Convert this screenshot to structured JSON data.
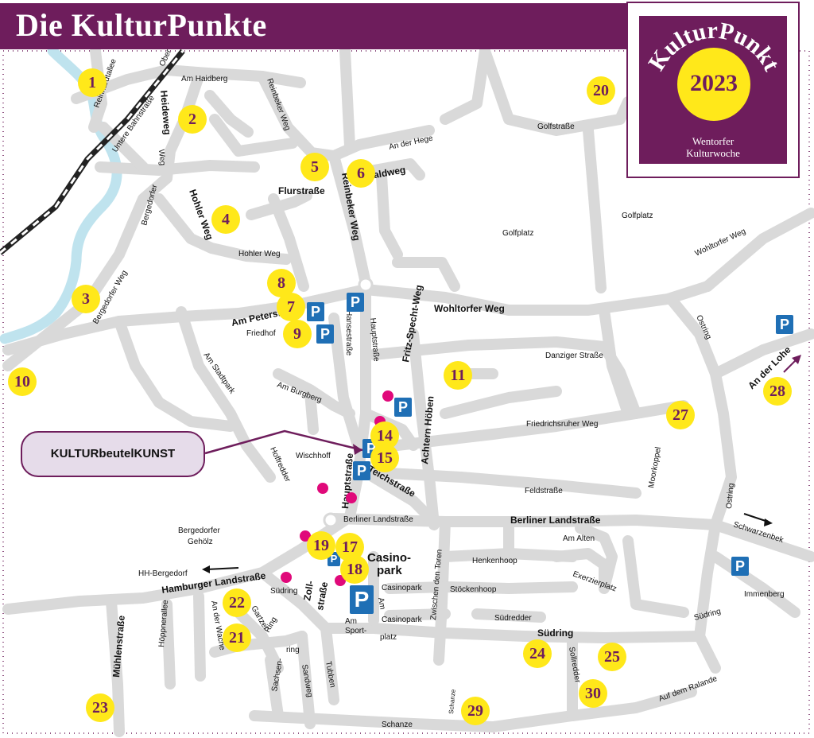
{
  "header": {
    "title": "Die KulturPunkte"
  },
  "badge": {
    "arc_text": "KulturPunkt",
    "year": "2023",
    "line1": "Wentorfer",
    "line2": "Kulturwoche"
  },
  "callout": {
    "label": "KULTURbeutelKUNST"
  },
  "colors": {
    "brand_purple": "#6e1d5c",
    "marker_yellow": "#ffe81a",
    "road_gray": "#d9d9d9",
    "water_blue": "#bfe3ee",
    "parking_blue": "#1f6fb5",
    "event_pink": "#e0097a"
  },
  "parking_symbol": "P",
  "streets": {
    "reinhardtallee": "Reinhardtallee",
    "untere_bahnstrasse": "Untere Bahnstraße",
    "ober": "Ober",
    "am_haidberg": "Am Haidberg",
    "heideweg": "Heideweg",
    "reinbeker_weg_top": "Reinbeker Weg",
    "weg": "Weg",
    "bergedorfer_top": "Bergedorfer",
    "hohler_weg": "Hohler Weg",
    "hohler_weg_2": "Hohler Weg",
    "flurstrasse": "Flurstraße",
    "reinbeker_weg": "Reinbeker Weg",
    "waldweg": "Waldweg",
    "an_der_hege": "An der Hege",
    "golfstrasse": "Golfstraße",
    "golfplatz1": "Golfplatz",
    "golfplatz2": "Golfplatz",
    "wohltorfer_weg_ne": "Wohltorfer Weg",
    "bergedorfer_weg": "Bergedorfer Weg",
    "am_petersberg": "Am Petersberg",
    "friedhof": "Friedhof",
    "hansestrasse": "Hansestraße",
    "hauptstrasse_n": "Hauptstraße",
    "fritz_specht_weg": "Fritz-Specht-Weg",
    "wohltorfer_weg": "Wohltorfer Weg",
    "ostring_n": "Ostring",
    "danziger_strasse": "Danziger Straße",
    "an_der_lohe": "An der Lohe",
    "am_stadtpark": "Am Stadtpark",
    "am_burgberg": "Am Burgberg",
    "achtern_hoeben": "Achtern Höben",
    "friedrichsruher_weg": "Friedrichsruher Weg",
    "wischhoff": "Wischhoff",
    "hoffredder": "Hoffredder",
    "hauptstrasse_s": "Hauptstraße",
    "teichstrasse": "Teichstraße",
    "feldstrasse": "Feldstraße",
    "moorkoppel": "Moorkoppel",
    "ostring_s": "Ostring",
    "schwarzenbek": "Schwarzenbek",
    "berliner_landstrasse_w": "Berliner Landstraße",
    "berliner_landstrasse": "Berliner Landstraße",
    "bergedorfer_gehoelz_1": "Bergedorfer",
    "bergedorfer_gehoelz_2": "Gehölz",
    "hh_bergedorf": "HH-Bergedorf",
    "casinopark_1": "Casino-",
    "casinopark_2": "park",
    "henkenhoop": "Henkenhoop",
    "am_alten_exerzierplatz_1": "Am Alten",
    "am_alten_exerzierplatz_2": "Exerzierplatz",
    "immenberg": "Immenberg",
    "hamburger_landstrasse": "Hamburger Landstraße",
    "suedring_w": "Südring",
    "zollstrasse_1": "Zoll-",
    "zollstrasse_2": "straße",
    "am_casinopark_1": "Am",
    "casinopark_street_1": "Casinopark",
    "casinopark_street_2": "Casinopark",
    "zwischen_den_toren": "Zwischen den Toren",
    "stoeckenhoop": "Stöckenhoop",
    "suedredder": "Südredder",
    "suedring_e": "Südring",
    "suedring_main": "Südring",
    "muehlenstrasse": "Mühlenstraße",
    "hoeppnerallee": "Höppnerallee",
    "an_der_wache": "An der Wache",
    "gartzer_ring_1": "Gartzer",
    "gartzer_ring_2": "Ring",
    "am_sportplatz_1": "Am",
    "am_sportplatz_2": "Sport-",
    "am_sportplatz_3": "platz",
    "sachsenring_1": "Sachsen-",
    "sachsenring_2": "ring",
    "sandweg": "Sandweg",
    "tubben": "Tubben",
    "sollredder": "Sollredder",
    "auf_dem_ralande": "Auf dem Ralande",
    "schanze": "Schanze",
    "schanze_small": "Schanze"
  },
  "markers": [
    {
      "n": "1"
    },
    {
      "n": "2"
    },
    {
      "n": "3"
    },
    {
      "n": "4"
    },
    {
      "n": "5"
    },
    {
      "n": "6"
    },
    {
      "n": "7"
    },
    {
      "n": "8"
    },
    {
      "n": "9"
    },
    {
      "n": "10"
    },
    {
      "n": "11"
    },
    {
      "n": "14"
    },
    {
      "n": "15"
    },
    {
      "n": "17"
    },
    {
      "n": "18"
    },
    {
      "n": "19"
    },
    {
      "n": "20"
    },
    {
      "n": "21"
    },
    {
      "n": "22"
    },
    {
      "n": "23"
    },
    {
      "n": "24"
    },
    {
      "n": "25"
    },
    {
      "n": "27"
    },
    {
      "n": "28"
    },
    {
      "n": "29"
    },
    {
      "n": "30"
    }
  ]
}
